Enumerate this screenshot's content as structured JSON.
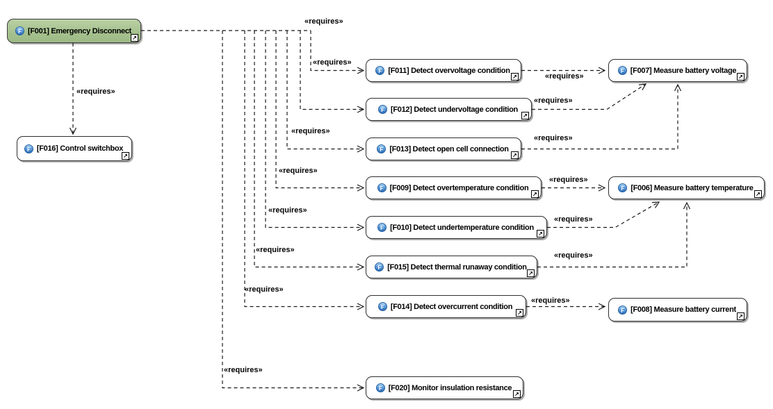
{
  "icons": {
    "function_badge": "F",
    "navigation": "↗"
  },
  "colors": {
    "background": "#ffffff",
    "highlight_node_fill": "#a9c295",
    "node_fill": "#ffffff",
    "node_border": "#2e2e2e",
    "connector": "#1a1a1a",
    "badge_blue": "#3579c4"
  },
  "nodes": {
    "f001": {
      "id": "F001",
      "label": "[F001] Emergency Disconnect"
    },
    "f016": {
      "id": "F016",
      "label": "[F016] Control switchbox"
    },
    "f011": {
      "id": "F011",
      "label": "[F011] Detect overvoltage condition"
    },
    "f012": {
      "id": "F012",
      "label": "[F012] Detect undervoltage condition"
    },
    "f013": {
      "id": "F013",
      "label": "[F013] Detect open cell connection"
    },
    "f009": {
      "id": "F009",
      "label": "[F009] Detect overtemperature condition"
    },
    "f010": {
      "id": "F010",
      "label": "[F010] Detect undertemperature condition"
    },
    "f015": {
      "id": "F015",
      "label": "[F015] Detect thermal runaway condition"
    },
    "f014": {
      "id": "F014",
      "label": "[F014] Detect overcurrent condition"
    },
    "f020": {
      "id": "F020",
      "label": "[F020] Monitor insulation resistance"
    },
    "f007": {
      "id": "F007",
      "label": "[F007] Measure battery voltage"
    },
    "f006": {
      "id": "F006",
      "label": "[F006] Measure battery temperature"
    },
    "f008": {
      "id": "F008",
      "label": "[F008] Measure battery current"
    }
  },
  "edges": [
    {
      "from": "F001",
      "to": "F016",
      "label": "«requires»"
    },
    {
      "from": "F001",
      "to": "F012",
      "label": "«requires»"
    },
    {
      "from": "F001",
      "to": "F011",
      "label": "«requires»"
    },
    {
      "from": "F001",
      "to": "F013",
      "label": "«requires»"
    },
    {
      "from": "F001",
      "to": "F009",
      "label": "«requires»"
    },
    {
      "from": "F001",
      "to": "F010",
      "label": "«requires»"
    },
    {
      "from": "F001",
      "to": "F015",
      "label": "«requires»"
    },
    {
      "from": "F001",
      "to": "F014",
      "label": "«requires»"
    },
    {
      "from": "F001",
      "to": "F020",
      "label": "«requires»"
    },
    {
      "from": "F011",
      "to": "F007",
      "label": "«requires»"
    },
    {
      "from": "F012",
      "to": "F007",
      "label": "«requires»"
    },
    {
      "from": "F013",
      "to": "F007",
      "label": "«requires»"
    },
    {
      "from": "F009",
      "to": "F006",
      "label": "«requires»"
    },
    {
      "from": "F010",
      "to": "F006",
      "label": "«requires»"
    },
    {
      "from": "F015",
      "to": "F006",
      "label": "«requires»"
    },
    {
      "from": "F014",
      "to": "F008",
      "label": "«requires»"
    }
  ]
}
